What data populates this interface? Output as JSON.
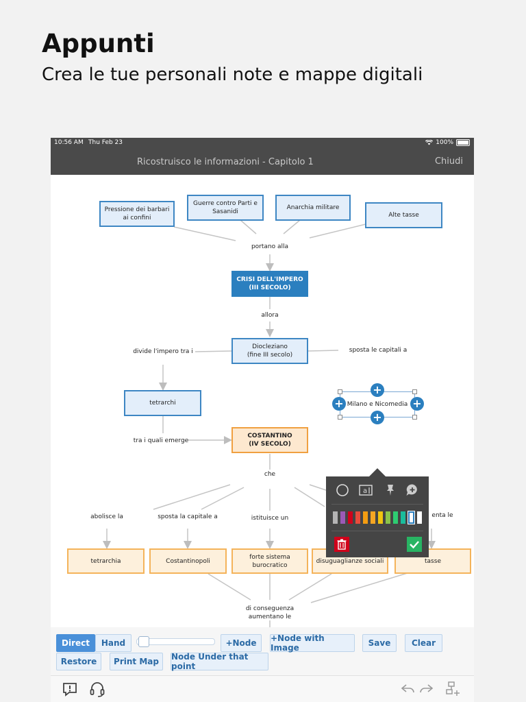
{
  "promo": {
    "title": "Appunti",
    "subtitle": "Crea le tue personali note e mappe digitali"
  },
  "status": {
    "time": "10:56 AM",
    "date": "Thu Feb 23",
    "battery": "100%"
  },
  "nav": {
    "title": "Ricostruisco le informazioni - Capitolo 1",
    "close": "Chiudi"
  },
  "map": {
    "nodes": {
      "pressione": "Pressione dei barbari ai confini",
      "guerre": "Guerre contro Parti e Sasanidi",
      "anarchia": "Anarchia militare",
      "tasse_alte": "Alte tasse",
      "crisi_1": "CRISI DELL'IMPERO",
      "crisi_2": "(III SECOLO)",
      "diocleziano_1": "Diocleziano",
      "diocleziano_2": "(fine III secolo)",
      "tetrarchi": "tetrarchi",
      "milano": "Milano e Nicomedia",
      "costantino_1": "COSTANTINO",
      "costantino_2": "(IV SECOLO)",
      "tetrarchia": "tetrarchia",
      "costantinopoli": "Costantinopoli",
      "burocratico": "forte sistema burocratico",
      "disuguaglianze": "disuguaglianze sociali",
      "tasse": "tasse"
    },
    "links": {
      "portano": "portano alla",
      "allora": "allora",
      "divide": "divide l'impero tra i",
      "sposta_capitali": "sposta le capitali a",
      "tra_quali": "tra i quali emerge",
      "che": "che",
      "abolisce": "abolisce la",
      "sposta_capitale": "sposta la capitale a",
      "istituisce": "istituisce un",
      "aumenta": "enta le",
      "conseguenza_1": "di conseguenza",
      "conseguenza_2": "aumentano le"
    }
  },
  "popup": {
    "tools": [
      "circle-shape-icon",
      "text-box-icon",
      "pin-icon",
      "add-comment-icon"
    ],
    "colors": [
      "#b4b4b4",
      "#9b59b6",
      "#d0021b",
      "#e74c3c",
      "#f39c12",
      "#f5a623",
      "#f1c40f",
      "#8bc34a",
      "#2ecc71",
      "#1abc9c",
      "#2b7fbf",
      "#ffffff"
    ]
  },
  "toolbar": {
    "direct": "Direct",
    "hand": "Hand",
    "add_node": "+Node",
    "add_node_image": "+Node with Image",
    "save": "Save",
    "clear": "Clear",
    "restore": "Restore",
    "print_map": "Print Map",
    "node_under": "Node Under that point"
  }
}
